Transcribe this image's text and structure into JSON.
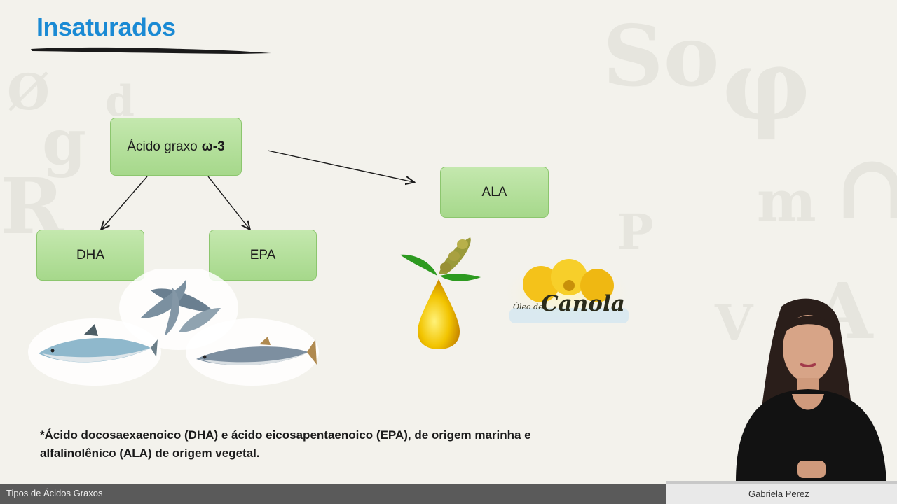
{
  "slide": {
    "title": "Insaturados",
    "diagram": {
      "root_prefix": "Ácido graxo",
      "root_emphasis": "ω-3",
      "dha": "DHA",
      "epa": "EPA",
      "ala": "ALA"
    },
    "canola_label": "Canola",
    "canola_prefix": "Óleo de",
    "footnote_line1": "*Ácido docosaexaenoico (DHA) e ácido eicosapentaenoico (EPA), de origem marinha e",
    "footnote_line2": "alfalinolênico (ALA) de origem vegetal."
  },
  "footer": {
    "lesson_title": "Tipos de Ácidos Graxos",
    "presenter_name": "Gabriela Perez"
  },
  "colors": {
    "title": "#1a8ad4",
    "box_fill": "#b5e09b",
    "bottom_bar": "#5a5a5a"
  }
}
